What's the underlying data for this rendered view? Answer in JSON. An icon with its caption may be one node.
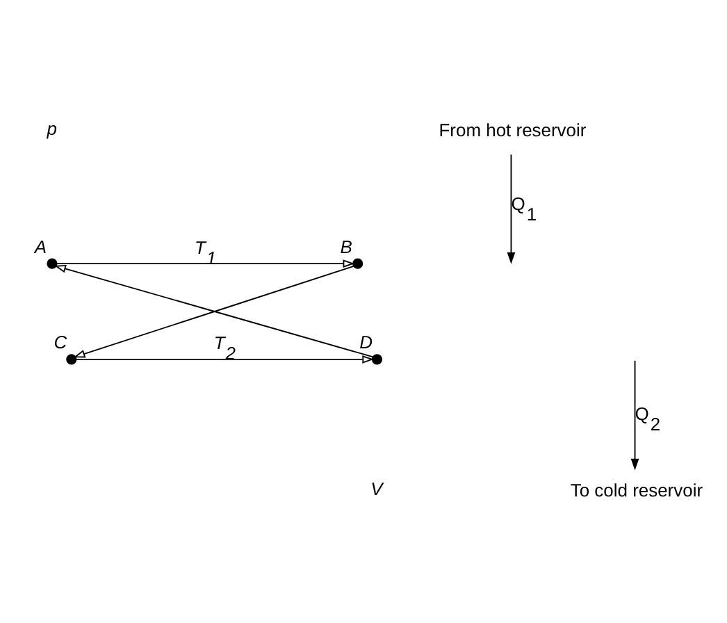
{
  "diagram": {
    "nodes": [
      {
        "text": [
          "A"
        ]
      },
      {
        "text": [
          "B"
        ]
      },
      {
        "text": [
          "C"
        ]
      },
      {
        "text": [
          "D"
        ]
      },
      {
        "text": [
          "From hot reservoir"
        ]
      },
      {
        "text": [
          "To cold reservoir"
        ]
      }
    ],
    "edges": [
      {
        "from": 0,
        "to": 1,
        "arrow": "to",
        "label": "T$_{1}$"
      },
      {
        "from": 1,
        "to": 2,
        "arrow": "to"
      },
      {
        "from": 2,
        "to": 3,
        "arrow": "to",
        "label": "T$_{2}$"
      },
      {
        "from": 3,
        "to": 0,
        "arrow": "to"
      },
      {
        "from": 4,
        "to": null,
        "arrow": "to",
        "label": "Q$_{1}$"
      },
      {
        "from": null,
        "to": 5,
        "arrow": "to",
        "label": "Q$_{2}$"
      }
    ],
    "labels": [
      "p",
      "V"
    ]
  }
}
